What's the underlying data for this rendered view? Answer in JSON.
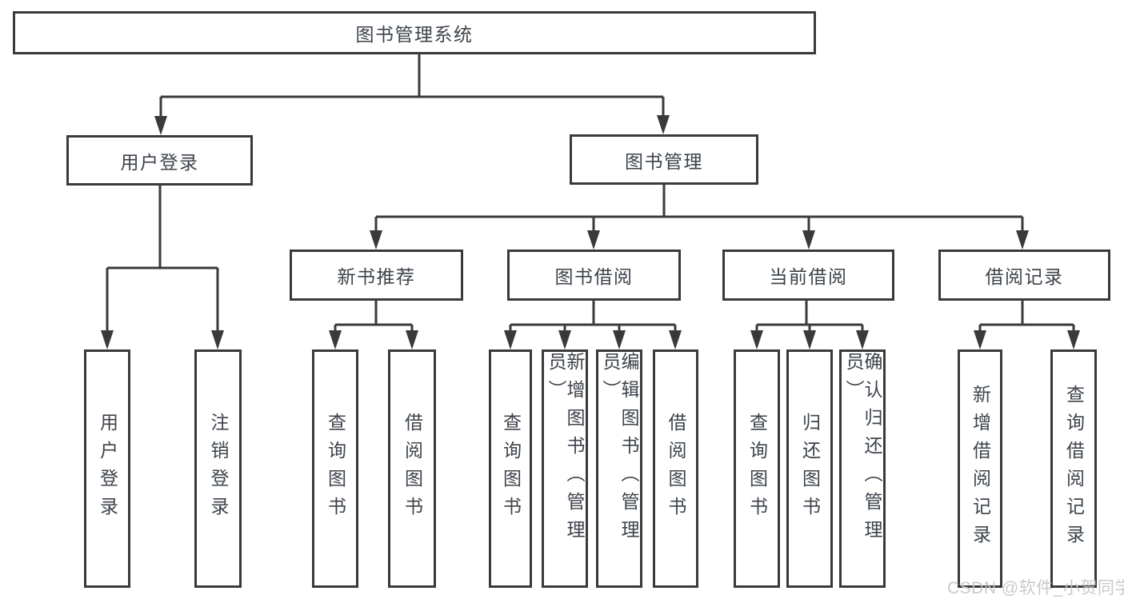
{
  "tree": {
    "label": "图书管理系统",
    "children": [
      {
        "label": "用户登录",
        "children": [
          {
            "label": "用户登录"
          },
          {
            "label": "注销登录"
          }
        ]
      },
      {
        "label": "图书管理",
        "children": [
          {
            "label": "新书推荐",
            "children": [
              {
                "label": "查询图书"
              },
              {
                "label": "借阅图书"
              }
            ]
          },
          {
            "label": "图书借阅",
            "children": [
              {
                "label": "查询图书"
              },
              {
                "label": "新增图书（管理员）"
              },
              {
                "label": "编辑图书（管理员）"
              },
              {
                "label": "借阅图书"
              }
            ]
          },
          {
            "label": "当前借阅",
            "children": [
              {
                "label": "查询图书"
              },
              {
                "label": "归还图书"
              },
              {
                "label": "确认归还（管理员）"
              }
            ]
          },
          {
            "label": "借阅记录",
            "children": [
              {
                "label": "新增借阅记录"
              },
              {
                "label": "查询借阅记录"
              }
            ]
          }
        ]
      }
    ]
  },
  "watermark": {
    "text": "CSDN @软件_小贺同学"
  },
  "colors": {
    "line": "#3a3a3a",
    "text": "#3d434b",
    "watermark": "#c6c6c6",
    "background": "#ffffff"
  }
}
